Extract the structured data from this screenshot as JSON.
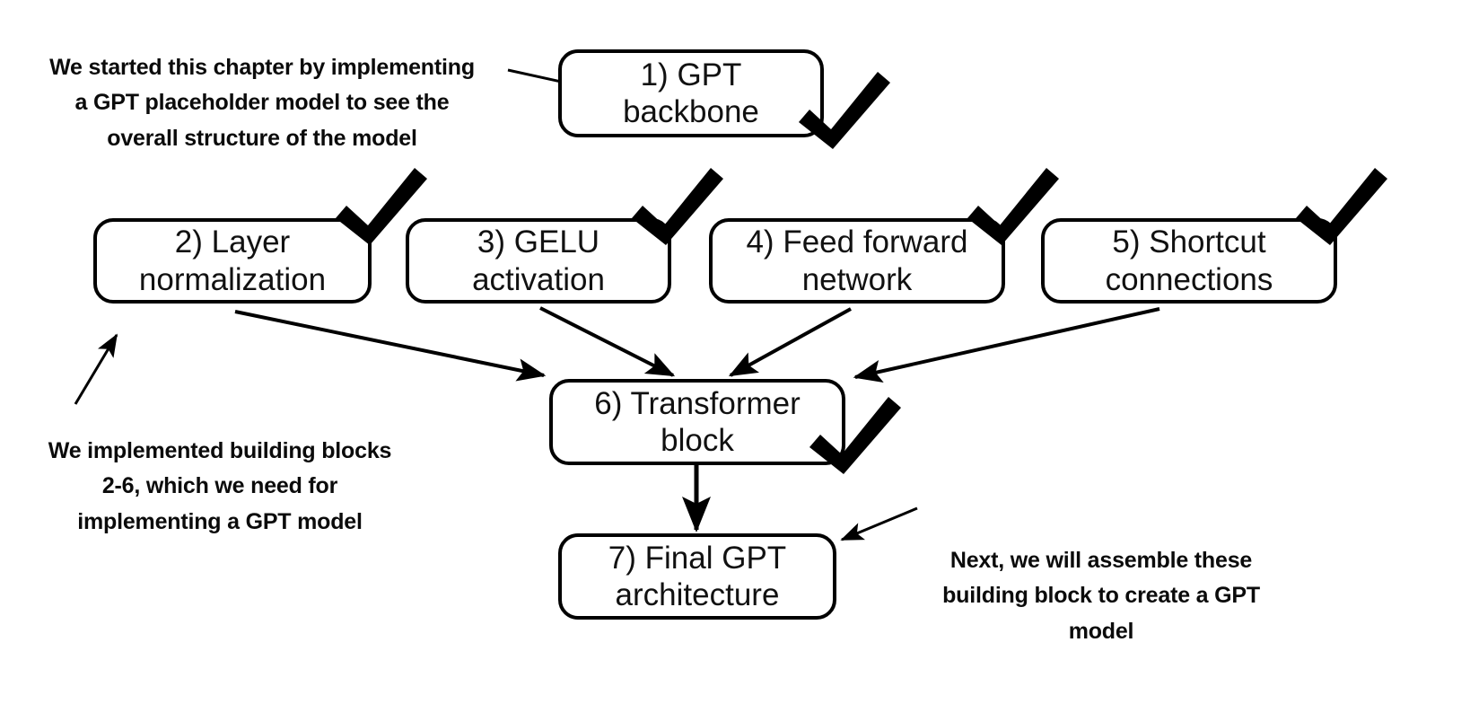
{
  "figure": {
    "kind": "flow-diagram",
    "background_color": "#ffffff",
    "stroke_color": "#000000",
    "text_color": "#111111"
  },
  "nodes": [
    {
      "id": "n1",
      "label": "1) GPT\nbackbone",
      "checked": true,
      "check_position": "bottom-right"
    },
    {
      "id": "n2",
      "label": "2) Layer\nnormalization",
      "checked": true,
      "check_position": "top-right"
    },
    {
      "id": "n3",
      "label": "3) GELU\nactivation",
      "checked": true,
      "check_position": "top-right"
    },
    {
      "id": "n4",
      "label": "4) Feed forward\nnetwork",
      "checked": true,
      "check_position": "top-right"
    },
    {
      "id": "n5",
      "label": "5) Shortcut\nconnections",
      "checked": true,
      "check_position": "top-right"
    },
    {
      "id": "n6",
      "label": "6) Transformer\nblock",
      "checked": true,
      "check_position": "bottom-right"
    },
    {
      "id": "n7",
      "label": "7) Final GPT\narchitecture",
      "checked": false,
      "check_position": "none"
    }
  ],
  "annotations": [
    {
      "id": "a1",
      "text": "We started this chapter by implementing\na GPT placeholder model to see the\noverall structure of the model",
      "points_to": "n1"
    },
    {
      "id": "a2",
      "text": "We implemented building blocks\n2-6, which we need for\nimplementing a GPT model",
      "points_to": "n2"
    },
    {
      "id": "a3",
      "text": "Next, we will assemble these\nbuilding block to create a GPT\nmodel",
      "points_to": "n7"
    }
  ],
  "edges": [
    {
      "from": "a1",
      "to": "n1"
    },
    {
      "from": "n2",
      "to": "n6"
    },
    {
      "from": "n3",
      "to": "n6"
    },
    {
      "from": "n4",
      "to": "n6"
    },
    {
      "from": "n5",
      "to": "n6"
    },
    {
      "from": "n6",
      "to": "n7"
    },
    {
      "from": "a2",
      "to": "n2"
    },
    {
      "from": "a3",
      "to": "n7"
    }
  ]
}
